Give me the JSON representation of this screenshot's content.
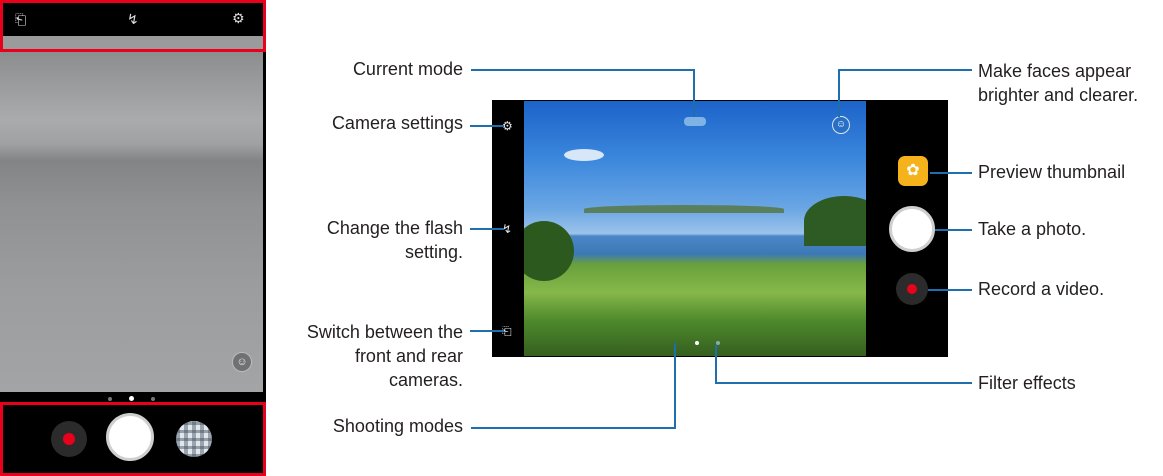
{
  "phone": {
    "top_bar": {
      "icons": [
        "switch-camera-icon",
        "flash-off-icon",
        "gear-icon"
      ]
    },
    "pager": {
      "pages": 3,
      "active_index": 1
    },
    "bottom_bar": {
      "icons": [
        "record-icon",
        "shutter-icon",
        "filter-thumbnail-icon"
      ]
    },
    "overlay_icons": [
      "beauty-face-icon"
    ]
  },
  "diagram": {
    "labels": {
      "current_mode": "Current mode",
      "camera_settings": "Camera settings",
      "flash_line1": "Change the flash",
      "flash_line2": "setting.",
      "switch_line1": "Switch between the",
      "switch_line2": "front and rear",
      "switch_line3": "cameras.",
      "shooting_modes": "Shooting modes",
      "faces_line1": "Make faces appear",
      "faces_line2": "brighter and clearer.",
      "preview_thumbnail": "Preview thumbnail",
      "take_photo": "Take a photo.",
      "record_video": "Record a video.",
      "filter_effects": "Filter effects"
    },
    "colors": {
      "accent_line": "#1f6fae",
      "highlight_outline": "#e8001c",
      "record_dot": "#e8001c",
      "thumbnail": "#f6b21b"
    }
  }
}
